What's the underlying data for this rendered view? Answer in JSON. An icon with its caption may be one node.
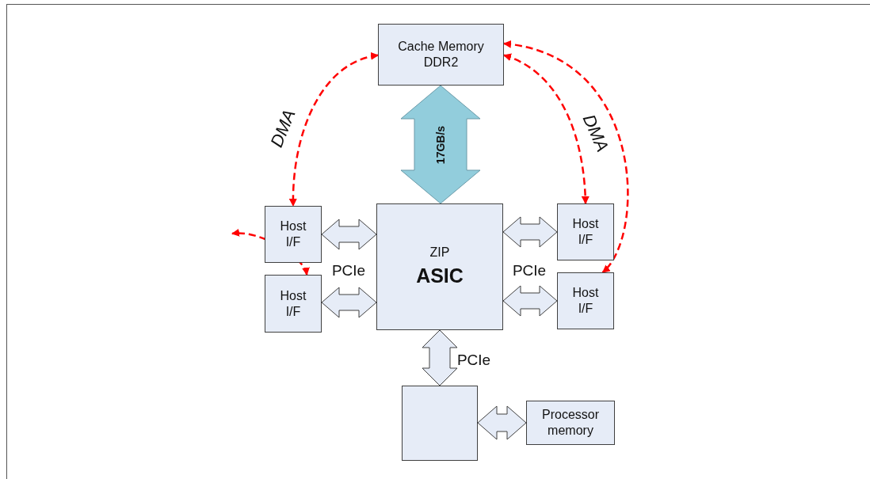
{
  "diagram": {
    "nodes": [
      {
        "text": [
          "Cache Memory DDR2"
        ]
      },
      {
        "text": [
          "Host I/F"
        ]
      },
      {
        "text": [
          "Host I/F"
        ]
      },
      {
        "text": [
          "ZIP",
          "ASIC"
        ]
      },
      {
        "text": [
          "Host I/F"
        ]
      },
      {
        "text": [
          "Host I/F"
        ]
      },
      {
        "text": [],
        "shape": "box"
      },
      {
        "text": [
          "Processor memory"
        ]
      }
    ],
    "edges": [
      {
        "from": 0,
        "to": 3,
        "arrow": "both",
        "label": "17GB/s",
        "style": "thick",
        "color": "#92cddc"
      },
      {
        "from": 1,
        "to": 3,
        "arrow": "both",
        "style": "thick"
      },
      {
        "from": 2,
        "to": 3,
        "arrow": "both",
        "style": "thick"
      },
      {
        "from": 4,
        "to": 3,
        "arrow": "both",
        "style": "thick"
      },
      {
        "from": 5,
        "to": 3,
        "arrow": "both",
        "style": "thick"
      },
      {
        "from": 3,
        "to": 6,
        "arrow": "both",
        "style": "thick"
      },
      {
        "from": 6,
        "to": 7,
        "arrow": "both",
        "style": "thick"
      },
      {
        "from": 0,
        "to": 1,
        "arrow": "both",
        "label": "DMA",
        "style": "dashed",
        "color": "#ff0000"
      },
      {
        "from": 2,
        "to": null,
        "arrow": "both",
        "style": "dashed",
        "color": "#ff0000"
      },
      {
        "from": 0,
        "to": 4,
        "arrow": "both",
        "label": "DMA",
        "style": "dashed",
        "color": "#ff0000"
      },
      {
        "from": 0,
        "to": 5,
        "arrow": "both",
        "style": "dashed",
        "color": "#ff0000"
      }
    ],
    "labels": [
      "PCIe",
      "PCIe",
      "PCIe"
    ]
  }
}
